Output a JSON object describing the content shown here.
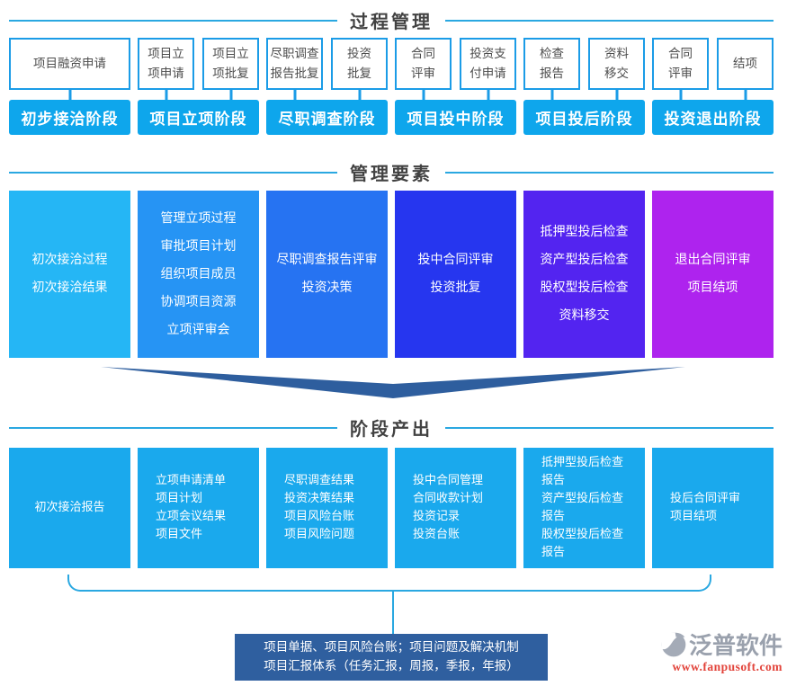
{
  "process": {
    "title": "过程管理",
    "columns": [
      {
        "stage": "初步接洽阶段",
        "items": [
          {
            "lines": [
              "项目融资申请"
            ]
          }
        ]
      },
      {
        "stage": "项目立项阶段",
        "items": [
          {
            "lines": [
              "项目立",
              "项申请"
            ]
          },
          {
            "lines": [
              "项目立",
              "项批复"
            ]
          }
        ]
      },
      {
        "stage": "尽职调查阶段",
        "items": [
          {
            "lines": [
              "尽职调查",
              "报告批复"
            ]
          },
          {
            "lines": [
              "投资",
              "批复"
            ]
          }
        ]
      },
      {
        "stage": "项目投中阶段",
        "items": [
          {
            "lines": [
              "合同",
              "评审"
            ]
          },
          {
            "lines": [
              "投资支",
              "付申请"
            ]
          }
        ]
      },
      {
        "stage": "项目投后阶段",
        "items": [
          {
            "lines": [
              "检查",
              "报告"
            ]
          },
          {
            "lines": [
              "资料",
              "移交"
            ]
          }
        ]
      },
      {
        "stage": "投资退出阶段",
        "items": [
          {
            "lines": [
              "合同",
              "评审"
            ]
          },
          {
            "lines": [
              "结项"
            ]
          }
        ]
      }
    ]
  },
  "elements": {
    "title": "管理要素",
    "boxes": [
      {
        "color": "#25b6f5",
        "lines": [
          "初次接洽过程",
          "初次接洽结果"
        ]
      },
      {
        "color": "#2694f4",
        "lines": [
          "管理立项过程",
          "审批项目计划",
          "组织项目成员",
          "协调项目资源",
          "立项评审会"
        ]
      },
      {
        "color": "#2673f2",
        "lines": [
          "尽职调查报告评审",
          "投资决策"
        ]
      },
      {
        "color": "#2636ef",
        "lines": [
          "投中合同评审",
          "投资批复"
        ]
      },
      {
        "color": "#5324f0",
        "lines": [
          "抵押型投后检查",
          "资产型投后检查",
          "股权型投后检查",
          "资料移交"
        ]
      },
      {
        "color": "#ae23ee",
        "lines": [
          "退出合同评审",
          "项目结项"
        ]
      }
    ]
  },
  "outputs": {
    "title": "阶段产出",
    "boxes": [
      {
        "lines": [
          "初次接洽报告"
        ]
      },
      {
        "lines": [
          "立项申请清单",
          "项目计划",
          "立项会议结果",
          "项目文件"
        ]
      },
      {
        "lines": [
          "尽职调查结果",
          "投资决策结果",
          "项目风险台账",
          "项目风险问题"
        ]
      },
      {
        "lines": [
          "投中合同管理",
          "合同收款计划",
          "投资记录",
          "投资台账"
        ]
      },
      {
        "lines": [
          "抵押型投后检查",
          "报告",
          "资产型投后检查",
          "报告",
          "股权型投后检查",
          "报告"
        ]
      },
      {
        "lines": [
          "投后合同评审",
          "项目结项"
        ]
      }
    ]
  },
  "summary": {
    "line1": "项目单据、项目风险台账；项目问题及解决机制",
    "line2": "项目汇报体系（任务汇报，周报，季报，年报）"
  },
  "logo": {
    "name": "泛普软件",
    "url": "www.fanpusoft.com"
  },
  "colors": {
    "section_line": "#2aa8e1",
    "item_border": "#1b9ce7",
    "stage_bg": "#0ea6ec",
    "output_bg": "#1aa9ed",
    "arrow": "#2e5e9e",
    "summary_bg": "#2f5f9f",
    "logo_gray": "#9aa1ad",
    "logo_red": "#e2433a"
  }
}
